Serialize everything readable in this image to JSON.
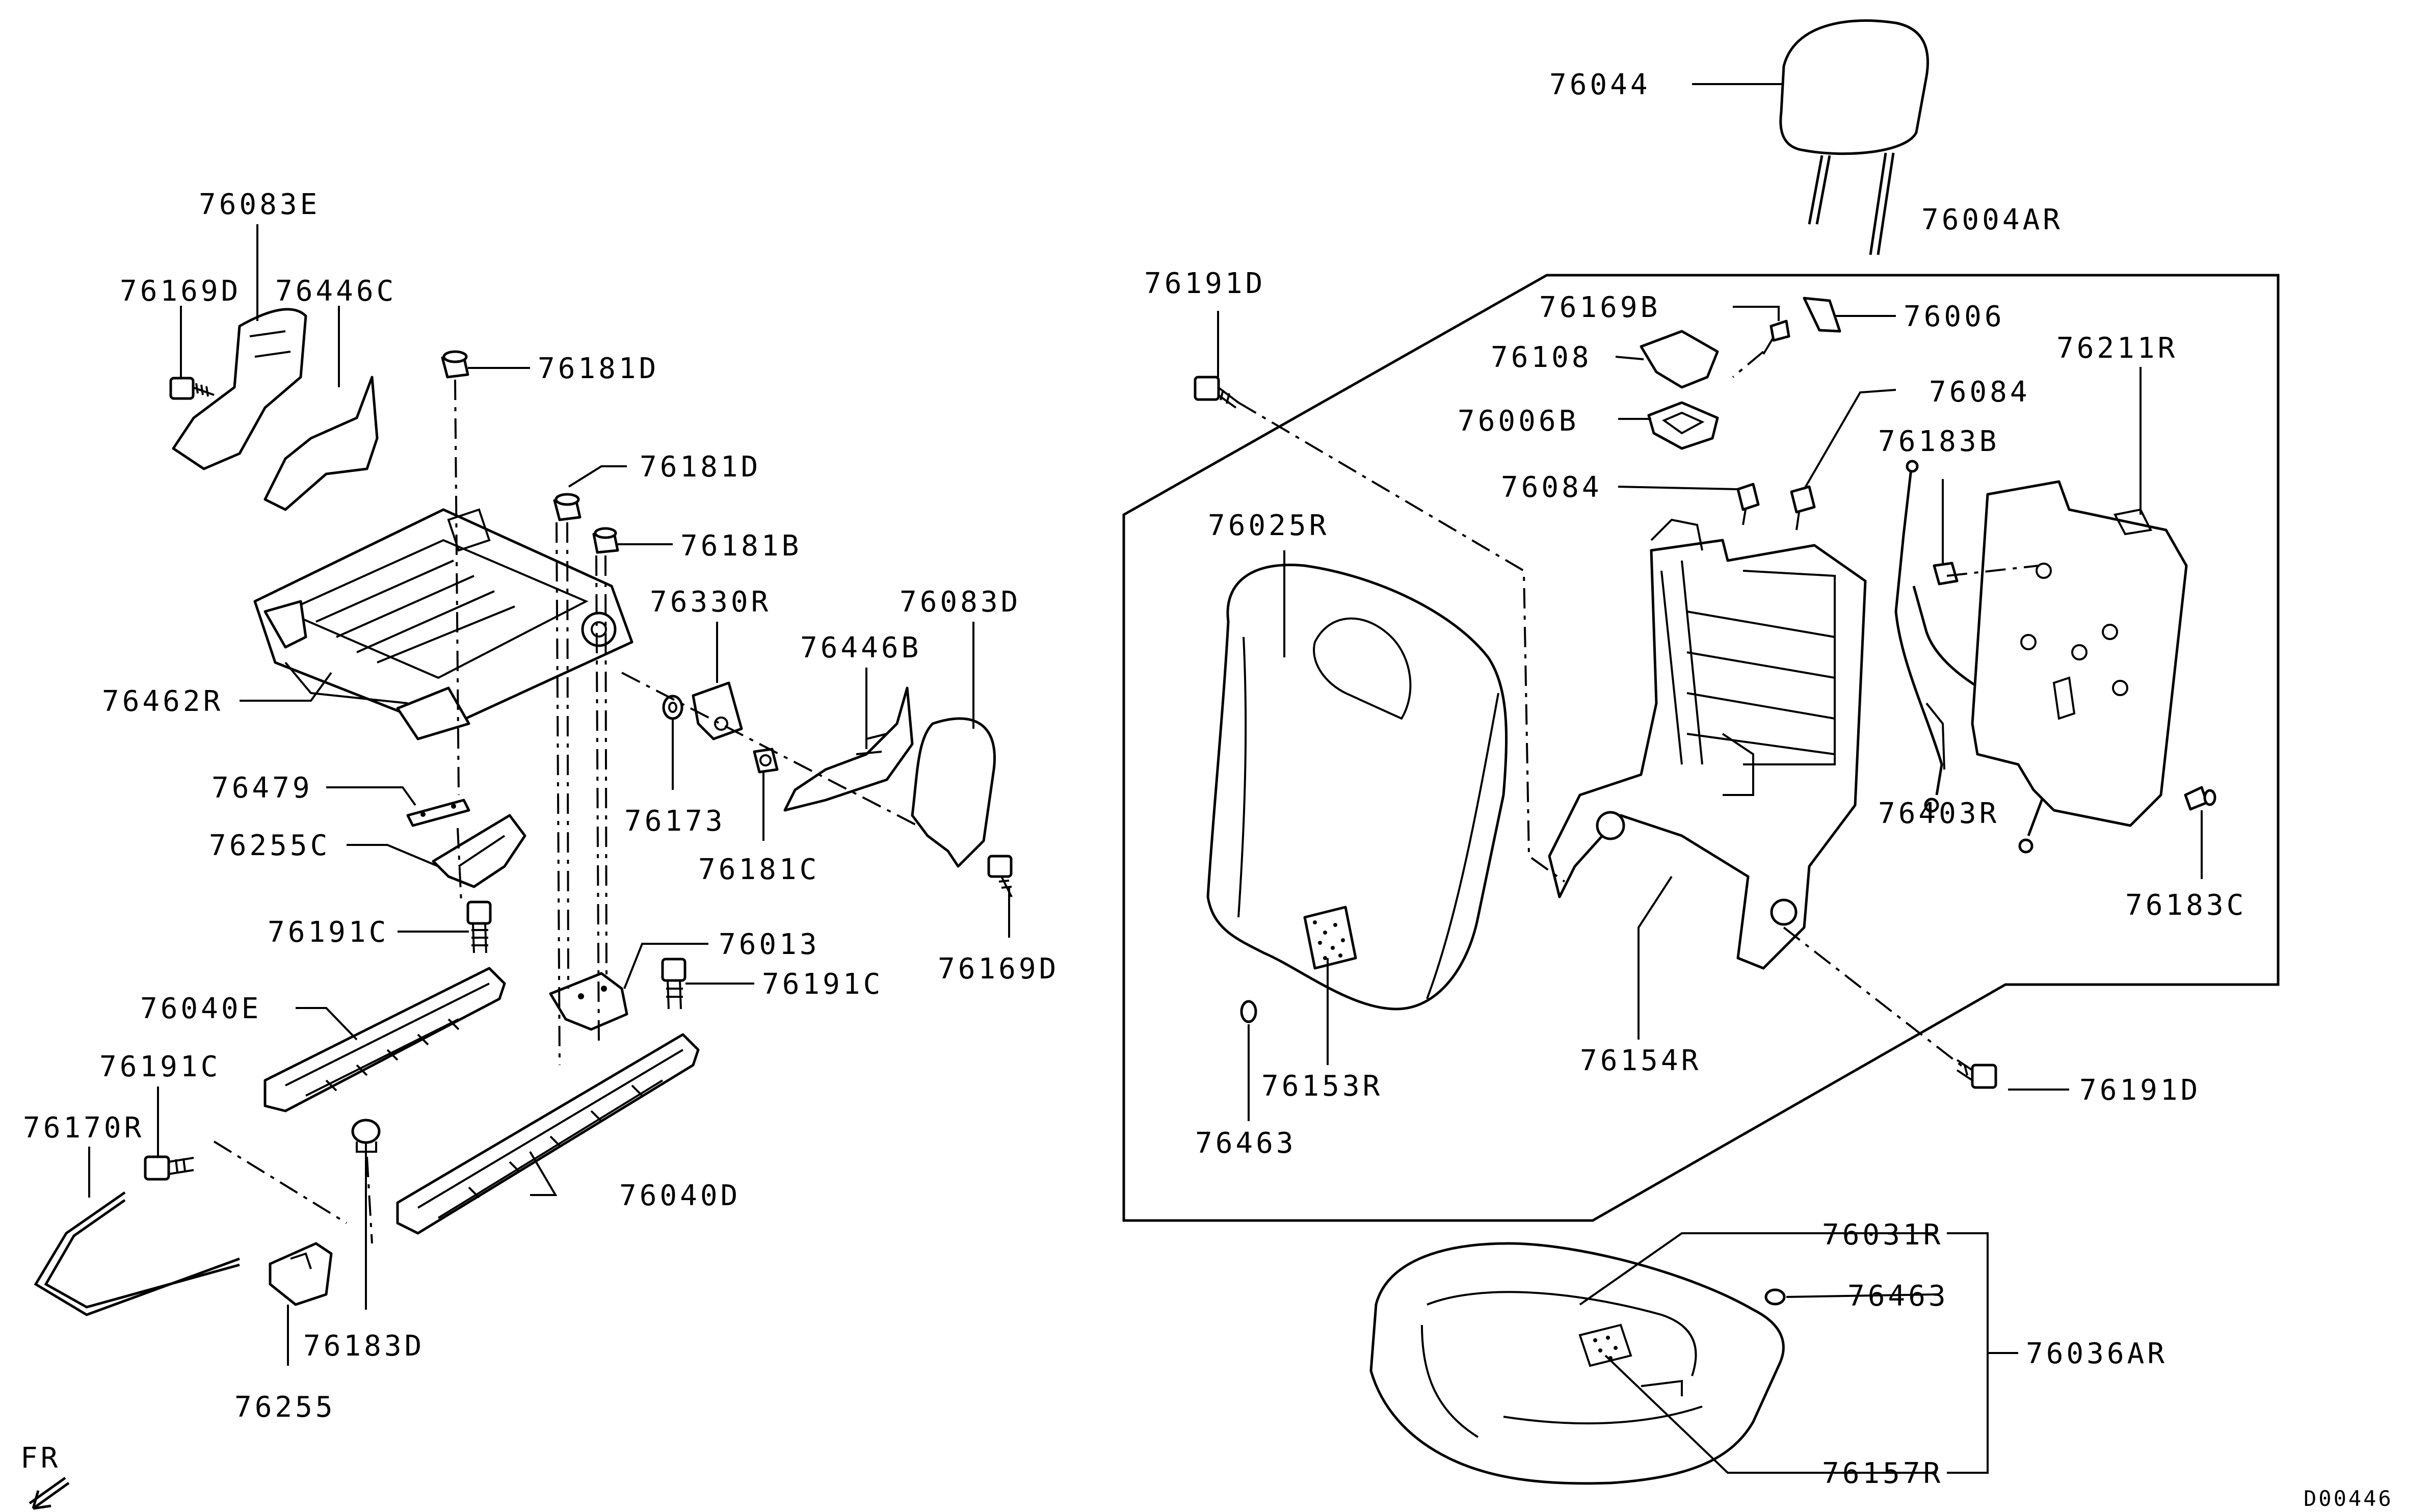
{
  "labels": {
    "l76083E": "76083E",
    "l76169D_a": "76169D",
    "l76446C": "76446C",
    "l76181D_a": "76181D",
    "l76181D_b": "76181D",
    "l76181B": "76181B",
    "l76330R": "76330R",
    "l76083D": "76083D",
    "l76446B": "76446B",
    "l76462R": "76462R",
    "l76173": "76173",
    "l76181C": "76181C",
    "l76479": "76479",
    "l76255C": "76255C",
    "l76169D_b": "76169D",
    "l76191C_a": "76191C",
    "l76013": "76013",
    "l76191C_b": "76191C",
    "l76040E": "76040E",
    "l76191C_c": "76191C",
    "l76170R": "76170R",
    "l76040D": "76040D",
    "l76183D": "76183D",
    "l76255": "76255",
    "l76044": "76044",
    "l76004AR": "76004AR",
    "l76191D_a": "76191D",
    "l76169B": "76169B",
    "l76006": "76006",
    "l76108": "76108",
    "l76211R": "76211R",
    "l76084_a": "76084",
    "l76006B": "76006B",
    "l76183B": "76183B",
    "l76084_b": "76084",
    "l76025R": "76025R",
    "l76403R": "76403R",
    "l76183C": "76183C",
    "l76154R": "76154R",
    "l76191D_b": "76191D",
    "l76153R": "76153R",
    "l76463_a": "76463",
    "l76031R": "76031R",
    "l76463_b": "76463",
    "l76036AR": "76036AR",
    "l76157R": "76157R",
    "fr": "FR",
    "code": "D00446"
  }
}
